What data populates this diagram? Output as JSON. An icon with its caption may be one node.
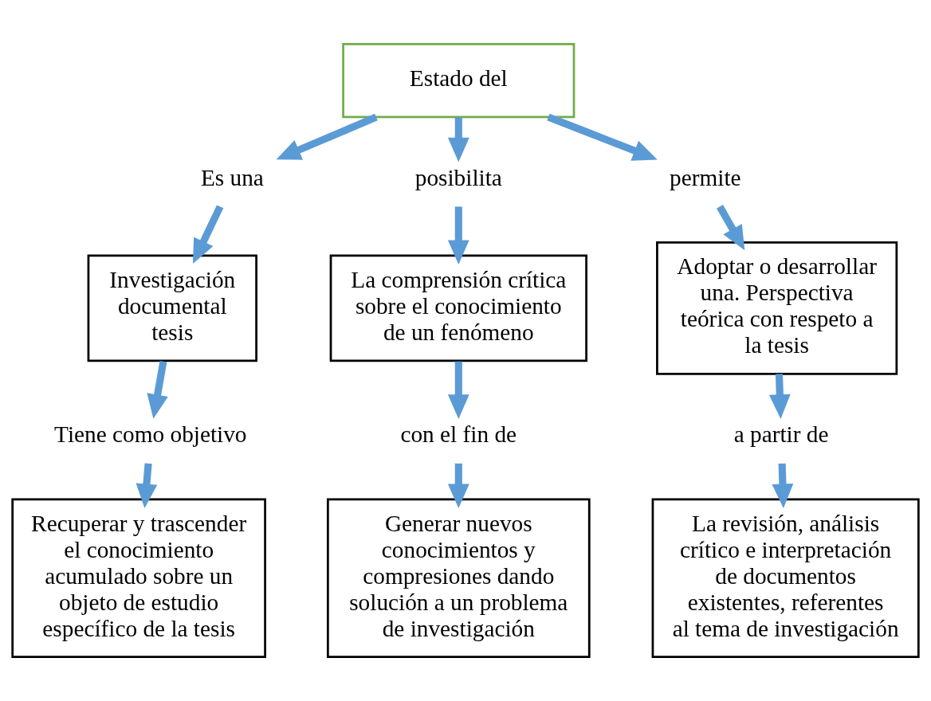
{
  "diagram": {
    "nodes": [
      {
        "text": [
          "Estado del"
        ]
      },
      {
        "text": [
          "Es una"
        ]
      },
      {
        "text": [
          "posibilita"
        ]
      },
      {
        "text": [
          "permite"
        ]
      },
      {
        "text": [
          "Investigación documental tesis"
        ]
      },
      {
        "text": [
          "La comprensión crítica sobre el conocimiento de un fenómeno"
        ]
      },
      {
        "text": [
          "Adoptar o desarrollar una. Perspectiva teórica con respeto a la tesis"
        ]
      },
      {
        "text": [
          "Tiene como objetivo"
        ]
      },
      {
        "text": [
          "con el fin de"
        ]
      },
      {
        "text": [
          "a partir de"
        ]
      },
      {
        "text": [
          "Recuperar y trascender el conocimiento acumulado sobre un objeto de estudio específico de la tesis"
        ]
      },
      {
        "text": [
          "Generar nuevos conocimientos y compresiones dando solución a un problema de investigación"
        ]
      },
      {
        "text": [
          "La revisión, análisis crítico e interpretación de documentos existentes, referentes al tema de investigación"
        ]
      }
    ],
    "edges": [
      {
        "from": 0,
        "to": 1,
        "arrow": "to"
      },
      {
        "from": 0,
        "to": 2,
        "arrow": "to"
      },
      {
        "from": 0,
        "to": 3,
        "arrow": "to"
      },
      {
        "from": 1,
        "to": 4,
        "arrow": "to"
      },
      {
        "from": 2,
        "to": 5,
        "arrow": "to"
      },
      {
        "from": 3,
        "to": 6,
        "arrow": "to"
      },
      {
        "from": 4,
        "to": 7,
        "arrow": "to"
      },
      {
        "from": 5,
        "to": 8,
        "arrow": "to"
      },
      {
        "from": 6,
        "to": 9,
        "arrow": "to"
      },
      {
        "from": 7,
        "to": 10,
        "arrow": "to"
      },
      {
        "from": 8,
        "to": 11,
        "arrow": "to"
      },
      {
        "from": 9,
        "to": 12,
        "arrow": "to"
      }
    ]
  }
}
